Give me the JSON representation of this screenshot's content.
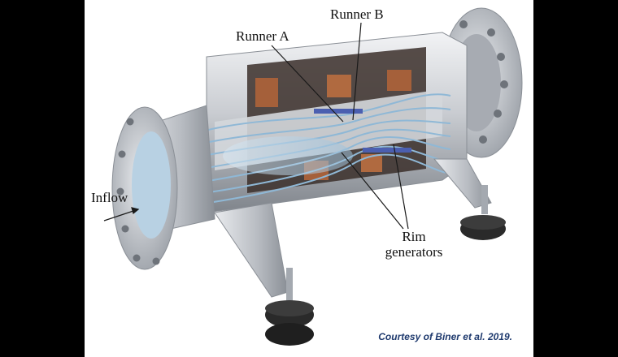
{
  "labels": {
    "runner_a": "Runner A",
    "runner_b": "Runner B",
    "inflow": "Inflow",
    "rim_line1": "Rim",
    "rim_line2": "generators"
  },
  "credit": "Courtesy of Biner et al. 2019.",
  "colors": {
    "background": "#000000",
    "panel": "#ffffff",
    "metal": "#c9ccd1",
    "flow": "#8fb8d6",
    "credit": "#1f3a6e"
  }
}
